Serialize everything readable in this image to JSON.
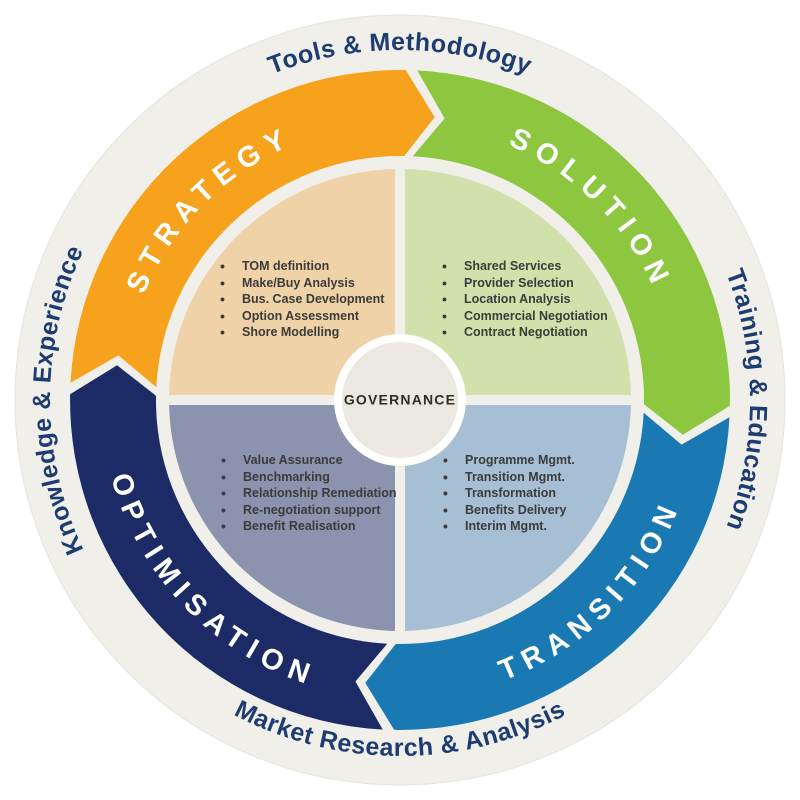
{
  "wheel": {
    "center": "GOVERNANCE",
    "outer_labels": {
      "top": "Tools & Methodology",
      "right": "Training & Education",
      "bottom": "Market Research & Analysis",
      "left": "Knowledge & Experience"
    },
    "segments": [
      {
        "name": "STRATEGY",
        "color": "#F6A21D",
        "panel_color": "#EFD2A7",
        "items": [
          "TOM definition",
          "Make/Buy Analysis",
          "Bus. Case Development",
          "Option Assessment",
          "Shore Modelling"
        ]
      },
      {
        "name": "SOLUTION",
        "color": "#8DC63F",
        "panel_color": "#D2E0AB",
        "items": [
          "Shared Services",
          "Provider Selection",
          "Location Analysis",
          "Commercial Negotiation",
          "Contract Negotiation"
        ]
      },
      {
        "name": "TRANSITION",
        "color": "#1A79B3",
        "panel_color": "#A7BFD5",
        "items": [
          "Programme Mgmt.",
          "Transition Mgmt.",
          "Transformation",
          "Benefits Delivery",
          "Interim Mgmt."
        ]
      },
      {
        "name": "OPTIMISATION",
        "color": "#1C2B66",
        "panel_color": "#8B93AE",
        "items": [
          "Value Assurance",
          "Benchmarking",
          "Relationship Remediation",
          "Re-negotiation support",
          "Benefit Realisation"
        ]
      }
    ],
    "colors": {
      "background_ring": "#F0EFE9",
      "center_ring": "#FFFFFF",
      "center_fill": "#EAE8E0",
      "outer_label_text": "#1D3C72",
      "item_text": "#3B3B3A",
      "governance_text": "#2D2D2B"
    }
  }
}
